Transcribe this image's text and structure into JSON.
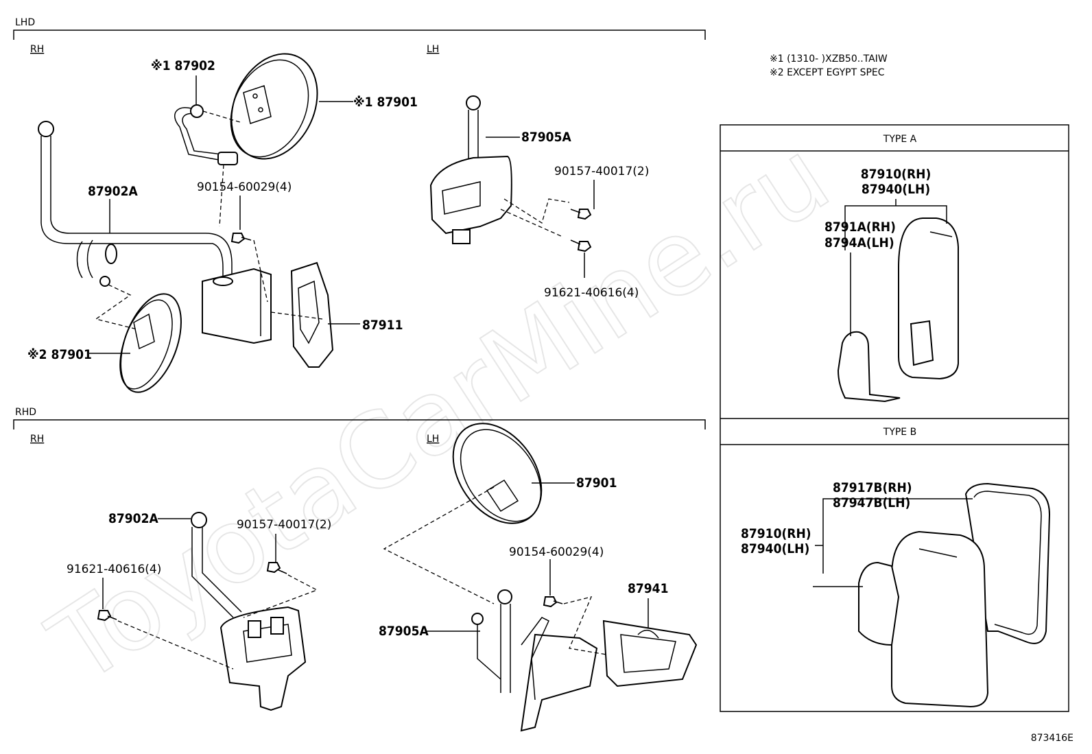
{
  "watermark": "ToyotaCarMine.ru",
  "diagram_id": "873416E",
  "notes": {
    "note1": "※1 (1310-     )XZB50..TAIW",
    "note2": "※2 EXCEPT EGYPT SPEC"
  },
  "sections": {
    "lhd": {
      "title": "LHD",
      "rh": {
        "side": "RH",
        "labels": {
          "p87902": "※1 87902",
          "p87901_top": "※1 87901",
          "p87902A": "87902A",
          "p90154": "90154-60029(4)",
          "p87911": "87911",
          "p87901_bottom": "※2 87901"
        }
      },
      "lh": {
        "side": "LH",
        "labels": {
          "p87905A": "87905A",
          "p90157": "90157-40017(2)",
          "p91621": "91621-40616(4)"
        }
      }
    },
    "rhd": {
      "title": "RHD",
      "rh": {
        "side": "RH",
        "labels": {
          "p87902A": "87902A",
          "p90157": "90157-40017(2)",
          "p91621": "91621-40616(4)"
        }
      },
      "lh": {
        "side": "LH",
        "labels": {
          "p87901": "87901",
          "p90154": "90154-60029(4)",
          "p87941": "87941",
          "p87905A": "87905A"
        }
      }
    }
  },
  "type_a": {
    "title": "TYPE A",
    "labels": {
      "rh_assy": "87910(RH)",
      "lh_assy": "87940(LH)",
      "rh_cover": "8791A(RH)",
      "lh_cover": "8794A(LH)"
    }
  },
  "type_b": {
    "title": "TYPE B",
    "labels": {
      "rh_frame": "87917B(RH)",
      "lh_frame": "87947B(LH)",
      "rh_assy": "87910(RH)",
      "lh_assy": "87940(LH)"
    }
  }
}
